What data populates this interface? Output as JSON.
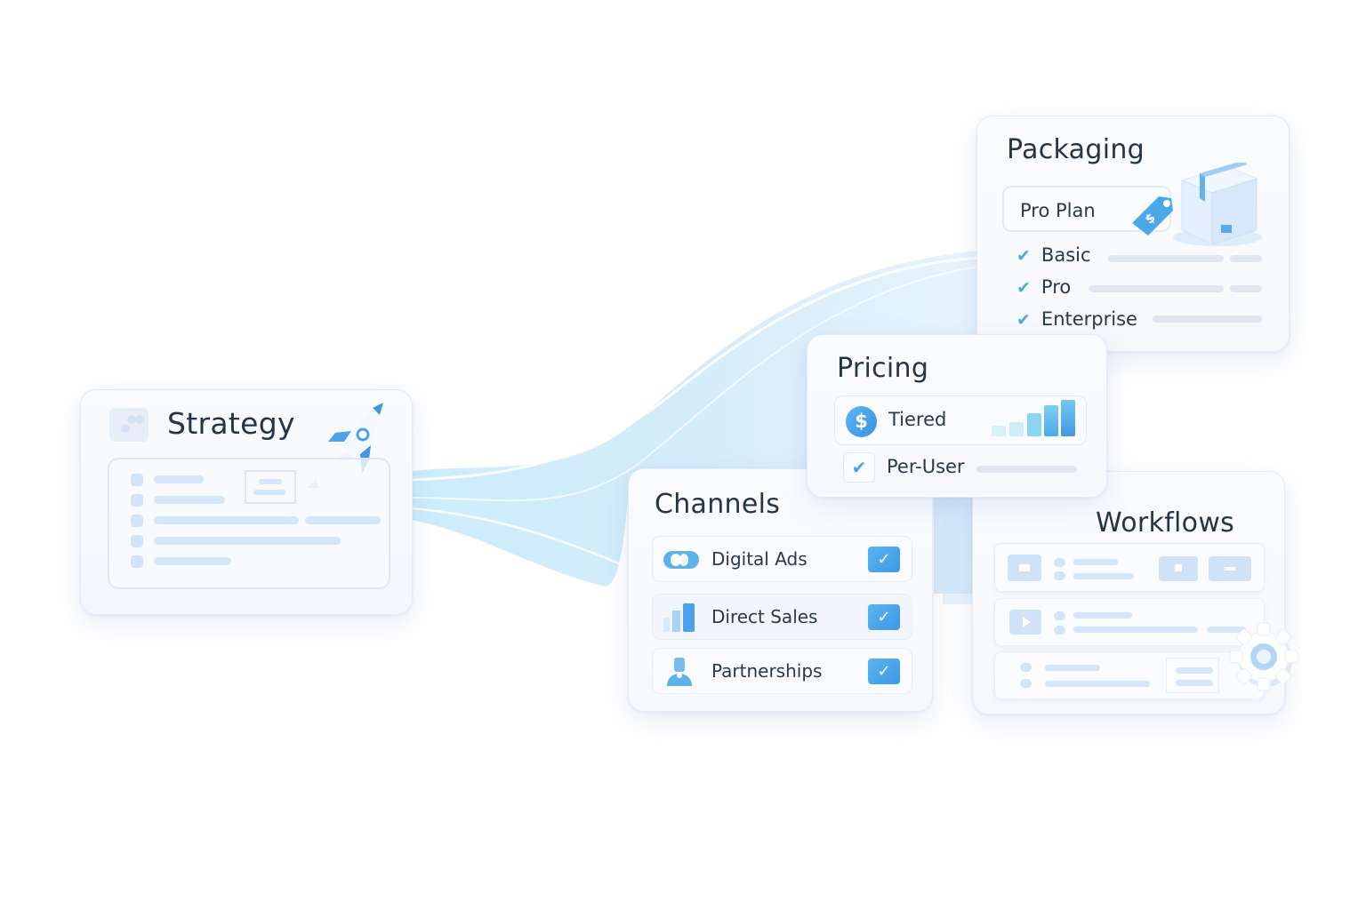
{
  "colors": {
    "accent": "#4aa8ea",
    "accent_dark": "#3a90e0",
    "title_text": "#243449",
    "body_text": "#2a384d",
    "placeholder_bar": "#d6e6fa",
    "stream": "#bfe3f7"
  },
  "strategy": {
    "title": "Strategy",
    "icon": "rocket-icon"
  },
  "packaging": {
    "title": "Packaging",
    "selected_plan": "Pro Plan",
    "icon": "package-box-icon",
    "tag_icon": "price-tag-icon",
    "tiers": [
      {
        "label": "Basic",
        "checked": true
      },
      {
        "label": "Pro",
        "checked": true
      },
      {
        "label": "Enterprise",
        "checked": true
      }
    ]
  },
  "pricing": {
    "title": "Pricing",
    "options": [
      {
        "label": "Tiered",
        "icon": "dollar-icon",
        "selected": true
      },
      {
        "label": "Per-User",
        "checked": true
      }
    ],
    "check_glyph": "✔",
    "dollar_glyph": "$"
  },
  "channels": {
    "title": "Channels",
    "items": [
      {
        "label": "Digital Ads",
        "icon": "toggle-icon",
        "checked": true
      },
      {
        "label": "Direct Sales",
        "icon": "bar-chart-icon",
        "checked": true
      },
      {
        "label": "Partnerships",
        "icon": "person-icon",
        "checked": true
      }
    ],
    "check_glyph": "✓"
  },
  "workflows": {
    "title": "Workflows",
    "icon": "gear-icon"
  }
}
